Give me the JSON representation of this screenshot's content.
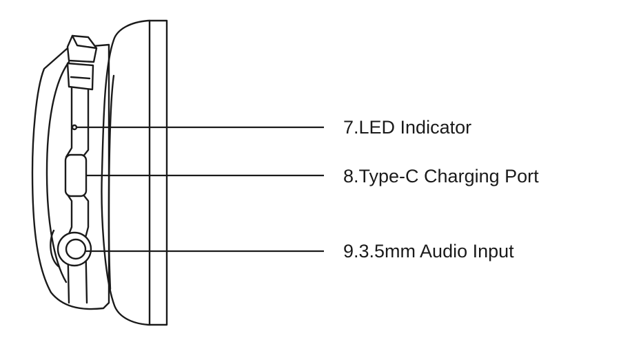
{
  "callouts": [
    {
      "label": "7.LED Indicator"
    },
    {
      "label": "8.Type-C Charging Port"
    },
    {
      "label": "9.3.5mm Audio Input"
    }
  ]
}
